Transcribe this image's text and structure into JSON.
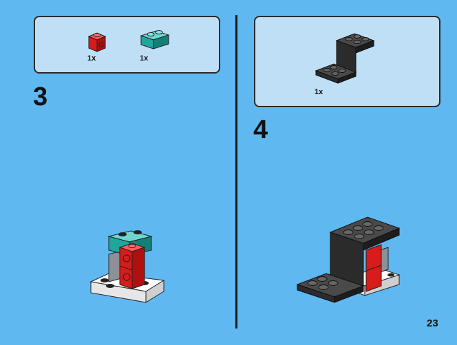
{
  "step3": {
    "number": "3",
    "parts": [
      {
        "brick": "red-1x1-brick-with-stud-holes",
        "qty": "1x"
      },
      {
        "brick": "teal-1x2-brick",
        "qty": "1x"
      }
    ]
  },
  "step4": {
    "number": "4",
    "parts": [
      {
        "brick": "black-bracket-plate",
        "qty": "1x"
      }
    ]
  },
  "page_number": "23",
  "colors": {
    "background": "#5fb8f0",
    "parts_box": "#bfdff7",
    "red": "#d81b1b",
    "teal": "#1fa69d",
    "black": "#2b2b2b",
    "white": "#f4f4f4",
    "grey": "#8c9196"
  }
}
